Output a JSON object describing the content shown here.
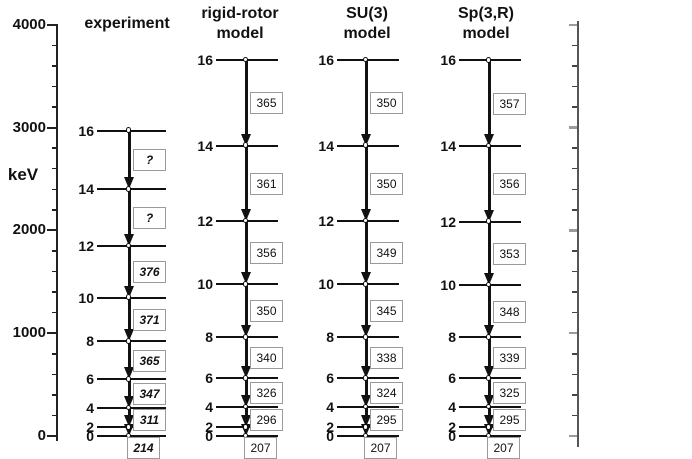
{
  "figure": {
    "unit_label": "keV",
    "y_axis": {
      "min": 0,
      "max": 4000,
      "major_step": 1000,
      "minor_step": 200,
      "tick_labels": [
        "0",
        "1000",
        "2000",
        "3000",
        "4000"
      ]
    },
    "colors": {
      "ink": "#111111",
      "box_border": "#9a9a9a",
      "right_axis_line": "#555555",
      "right_axis_major_tick": "#9a9aa2",
      "background": "#ffffff"
    },
    "columns": [
      {
        "id": "experiment",
        "title_lines": [
          "experiment"
        ],
        "value_style": "italic",
        "levels": [
          {
            "spin": "0",
            "energy_keV": 0
          },
          {
            "spin": "2",
            "energy_keV": 85
          },
          {
            "spin": "4",
            "energy_keV": 270
          },
          {
            "spin": "6",
            "energy_keV": 550
          },
          {
            "spin": "8",
            "energy_keV": 920
          },
          {
            "spin": "10",
            "energy_keV": 1345
          },
          {
            "spin": "12",
            "energy_keV": 1850
          },
          {
            "spin": "14",
            "energy_keV": 2400
          },
          {
            "spin": "16",
            "energy_keV": 2970
          }
        ],
        "transitions": [
          {
            "from": "16",
            "to": "14",
            "label": "?"
          },
          {
            "from": "14",
            "to": "12",
            "label": "?"
          },
          {
            "from": "12",
            "to": "10",
            "label": "376"
          },
          {
            "from": "10",
            "to": "8",
            "label": "371"
          },
          {
            "from": "8",
            "to": "6",
            "label": "365"
          },
          {
            "from": "6",
            "to": "4",
            "label": "347"
          },
          {
            "from": "4",
            "to": "2",
            "label": "311"
          },
          {
            "from": "2",
            "to": "0",
            "label": "214"
          }
        ]
      },
      {
        "id": "rigid-rotor-model",
        "title_lines": [
          "rigid-rotor",
          "model"
        ],
        "value_style": "normal",
        "levels": [
          {
            "spin": "0",
            "energy_keV": 0
          },
          {
            "spin": "2",
            "energy_keV": 85
          },
          {
            "spin": "4",
            "energy_keV": 280
          },
          {
            "spin": "6",
            "energy_keV": 560
          },
          {
            "spin": "8",
            "energy_keV": 960
          },
          {
            "spin": "10",
            "energy_keV": 1475
          },
          {
            "spin": "12",
            "energy_keV": 2090
          },
          {
            "spin": "14",
            "energy_keV": 2825
          },
          {
            "spin": "16",
            "energy_keV": 3660
          }
        ],
        "transitions": [
          {
            "from": "16",
            "to": "14",
            "label": "365"
          },
          {
            "from": "14",
            "to": "12",
            "label": "361"
          },
          {
            "from": "12",
            "to": "10",
            "label": "356"
          },
          {
            "from": "10",
            "to": "8",
            "label": "350"
          },
          {
            "from": "8",
            "to": "6",
            "label": "340"
          },
          {
            "from": "6",
            "to": "4",
            "label": "326"
          },
          {
            "from": "4",
            "to": "2",
            "label": "296"
          },
          {
            "from": "2",
            "to": "0",
            "label": "207"
          }
        ]
      },
      {
        "id": "su3-model",
        "title_lines": [
          "SU(3)",
          "model"
        ],
        "value_style": "normal",
        "levels": [
          {
            "spin": "0",
            "energy_keV": 0
          },
          {
            "spin": "2",
            "energy_keV": 85
          },
          {
            "spin": "4",
            "energy_keV": 280
          },
          {
            "spin": "6",
            "energy_keV": 560
          },
          {
            "spin": "8",
            "energy_keV": 960
          },
          {
            "spin": "10",
            "energy_keV": 1475
          },
          {
            "spin": "12",
            "energy_keV": 2090
          },
          {
            "spin": "14",
            "energy_keV": 2825
          },
          {
            "spin": "16",
            "energy_keV": 3660
          }
        ],
        "transitions": [
          {
            "from": "16",
            "to": "14",
            "label": "350"
          },
          {
            "from": "14",
            "to": "12",
            "label": "350"
          },
          {
            "from": "12",
            "to": "10",
            "label": "349"
          },
          {
            "from": "10",
            "to": "8",
            "label": "345"
          },
          {
            "from": "8",
            "to": "6",
            "label": "338"
          },
          {
            "from": "6",
            "to": "4",
            "label": "324"
          },
          {
            "from": "4",
            "to": "2",
            "label": "295"
          },
          {
            "from": "2",
            "to": "0",
            "label": "207"
          }
        ]
      },
      {
        "id": "sp3r-model",
        "title_lines": [
          "Sp(3,R)",
          "model"
        ],
        "value_style": "normal",
        "levels": [
          {
            "spin": "0",
            "energy_keV": 0
          },
          {
            "spin": "2",
            "energy_keV": 85
          },
          {
            "spin": "4",
            "energy_keV": 280
          },
          {
            "spin": "6",
            "energy_keV": 560
          },
          {
            "spin": "8",
            "energy_keV": 960
          },
          {
            "spin": "10",
            "energy_keV": 1470
          },
          {
            "spin": "12",
            "energy_keV": 2085
          },
          {
            "spin": "14",
            "energy_keV": 2820
          },
          {
            "spin": "16",
            "energy_keV": 3655
          }
        ],
        "transitions": [
          {
            "from": "16",
            "to": "14",
            "label": "357"
          },
          {
            "from": "14",
            "to": "12",
            "label": "356"
          },
          {
            "from": "12",
            "to": "10",
            "label": "353"
          },
          {
            "from": "10",
            "to": "8",
            "label": "348"
          },
          {
            "from": "8",
            "to": "6",
            "label": "339"
          },
          {
            "from": "6",
            "to": "4",
            "label": "325"
          },
          {
            "from": "4",
            "to": "2",
            "label": "295"
          },
          {
            "from": "2",
            "to": "0",
            "label": "207"
          }
        ]
      }
    ]
  }
}
